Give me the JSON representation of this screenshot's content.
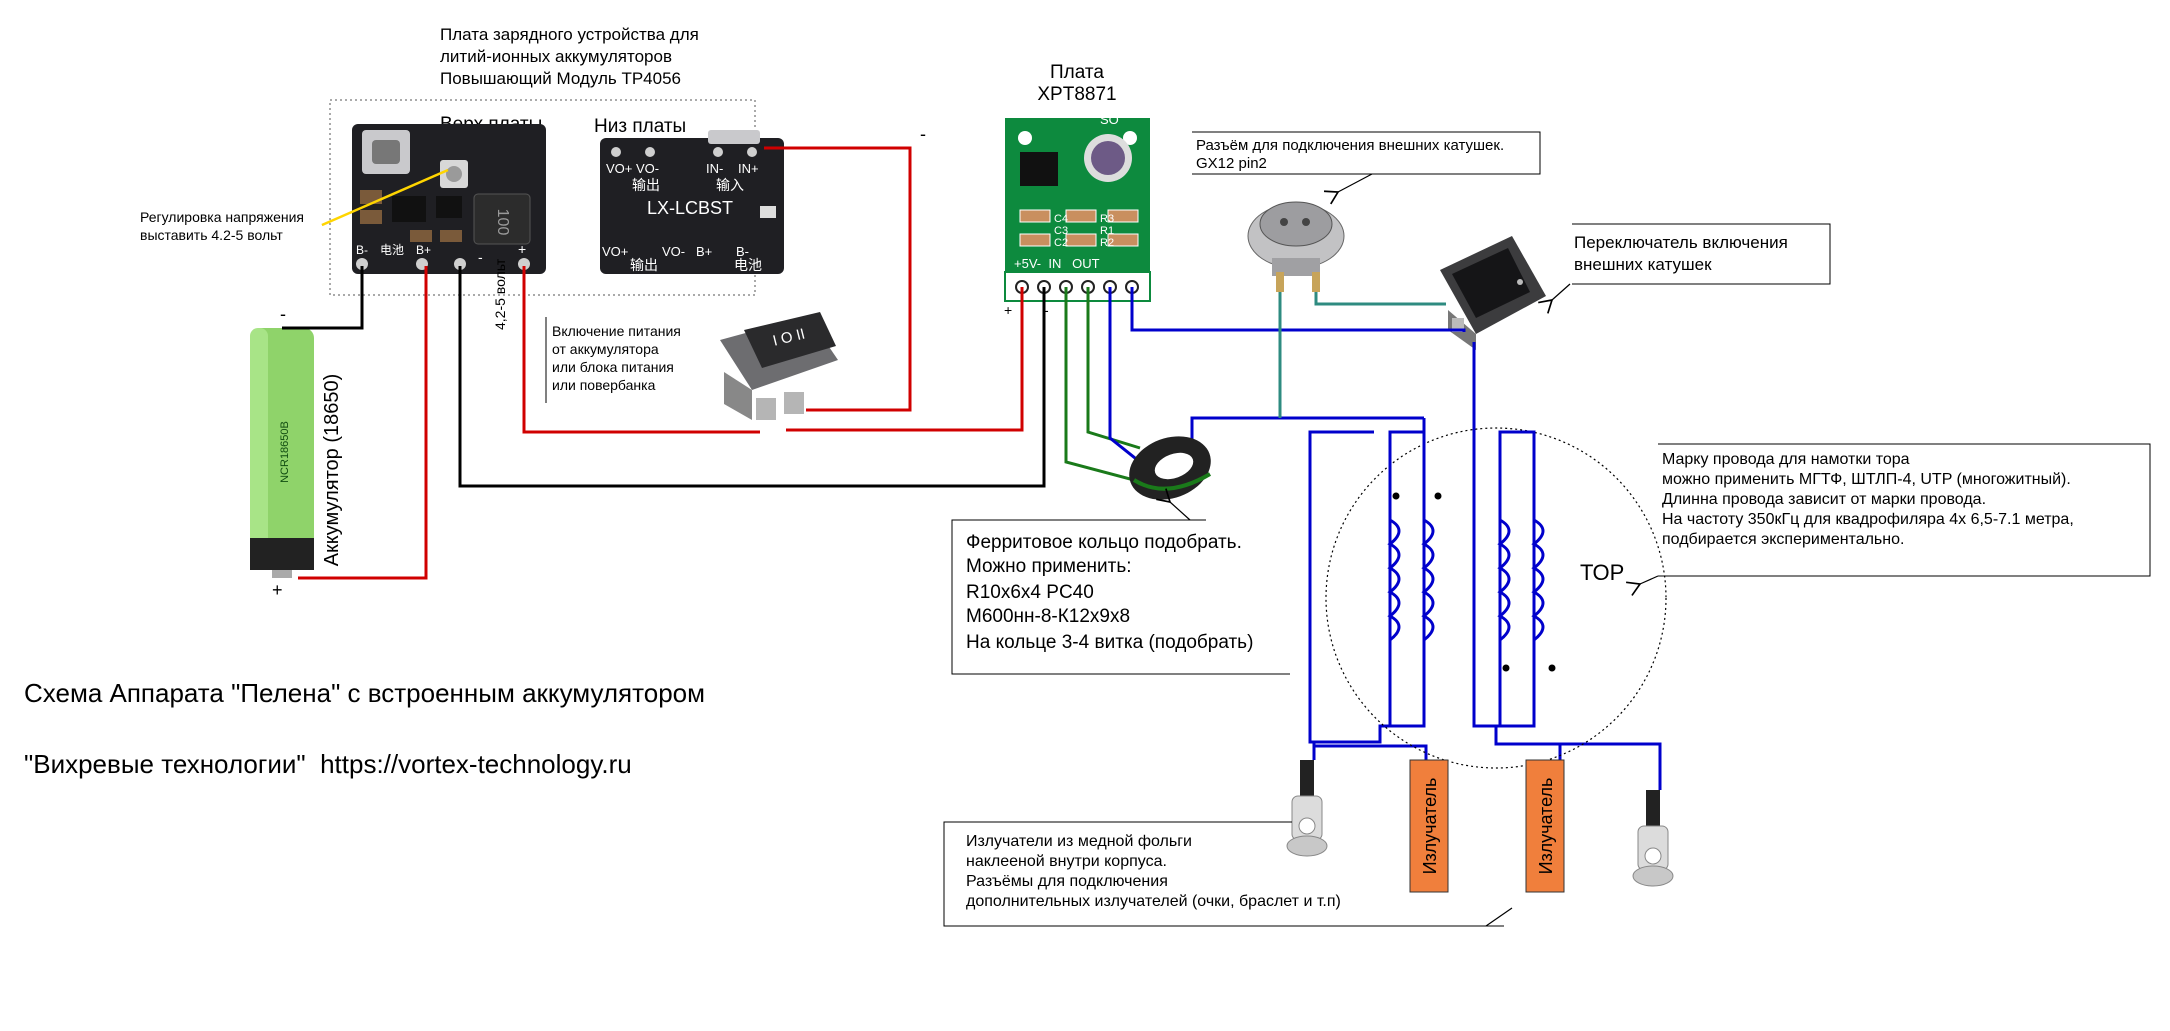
{
  "charger": {
    "heading": [
      "Плата зарядного устройства для",
      "литий-ионных аккумуляторов",
      "Повышающий Модуль TP4056"
    ],
    "top_label": "Верх платы",
    "bottom_label": "Низ платы",
    "top_chip": "100",
    "bottom_text": "LX-LCBST",
    "bottom_pins_top": [
      "VO+",
      "VO-",
      "IN-",
      "IN+"
    ],
    "bottom_cn_top": [
      "输出",
      "输入"
    ],
    "bottom_pins_bottom": [
      "VO+",
      "VO-",
      "B+",
      "B-"
    ],
    "bottom_cn_bottom": [
      "输出",
      "电池"
    ],
    "top_pins": [
      "B-",
      "B+",
      "-",
      "+"
    ],
    "top_cn": "电池"
  },
  "voltage_note": [
    "Регулировка напряжения",
    "выставить 4.2-5 вольт"
  ],
  "voltage_vertical": "4,2-5 вольт",
  "minus_sign_top": "-",
  "battery": {
    "label": "Аккумулятор (18650)",
    "model": "NCR18650B",
    "minus": "-",
    "plus": "+"
  },
  "power_switch_note": [
    "Включение питания",
    "от аккумулятора",
    "или блока питания",
    "или повербанка"
  ],
  "power_switch_face": "I O II",
  "board": {
    "title": [
      "Плата",
      "XPT8871"
    ],
    "pins": "+5V-  IN   OUT",
    "labels": [
      "C4",
      "R3",
      "C2",
      "R2",
      "C3",
      "R1"
    ],
    "plus": "+",
    "minus": "-"
  },
  "connector_note": [
    "Разъём для подключения внешних катушек.",
    "GX12 pin2"
  ],
  "ext_switch_note": [
    "Переключатель включения",
    "внешних катушек"
  ],
  "wire_note": [
    "Марку провода для намотки тора",
    "можно применить МГТФ, ШТЛП-4, UTP (многожитный).",
    "Длинна провода зависит от марки провода.",
    "На частоту 350кГц для квадрофиляра 4х 6,5-7.1 метра,",
    "подбирается экспериментально."
  ],
  "toroid_label": "ТОР",
  "ferrite_note": [
    "Ферритовое кольцо подобрать.",
    "Можно применить:",
    "R10x6x4 PC40",
    "M600нн-8-К12х9х8",
    "На кольце 3-4 витка (подобрать)"
  ],
  "emitter_label": "Излучатель",
  "emitter_note": [
    "Излучатели из медной фольги",
    "наклееной внутри корпуса.",
    "Разъёмы для подключения",
    "дополнительных излучателей (очки, браслет и т.п)"
  ],
  "footer": {
    "title": "Схема Аппарата \"Пелена\" с встроенным аккумулятором",
    "credit": "\"Вихревые технологии\"  https://vortex-technology.ru"
  },
  "colors": {
    "red": "#d00000",
    "blue": "#0000cc",
    "green": "#1a7a1a",
    "teal": "#2e8b80",
    "black": "#000000",
    "emitter": "#f07f3c",
    "board_green": "#0d8a3e"
  }
}
